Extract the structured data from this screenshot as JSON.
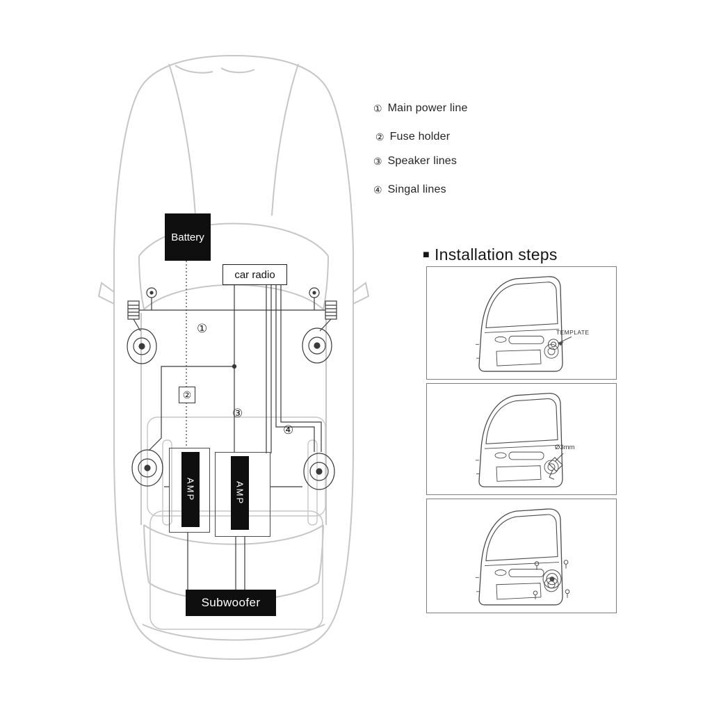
{
  "diagram": {
    "battery": "Battery",
    "car_radio": "car radio",
    "amp_left": "AMP",
    "amp_right": "AMP",
    "subwoofer": "Subwoofer",
    "markers": {
      "m1": "①",
      "m2": "②",
      "m3": "③",
      "m4": "④"
    }
  },
  "legend": {
    "items": [
      {
        "num": "①",
        "label": "Main power line"
      },
      {
        "num": "②",
        "label": "Fuse holder"
      },
      {
        "num": "③",
        "label": "Speaker lines"
      },
      {
        "num": "④",
        "label": "Singal lines"
      }
    ]
  },
  "installation": {
    "bullet": "■",
    "title": "Installation steps",
    "panel1": {
      "annotation": "TEMPLATE"
    },
    "panel2": {
      "annotation": "Ø3mm"
    }
  }
}
